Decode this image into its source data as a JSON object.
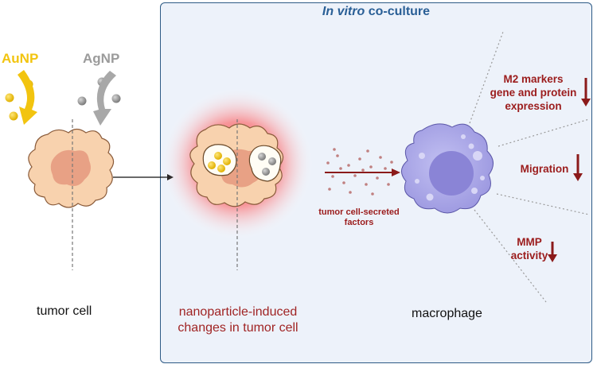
{
  "coculture": {
    "title_italic": "In vitro",
    "title_rest": " co-culture"
  },
  "nanoparticles": {
    "au_label": "AuNP",
    "ag_label": "AgNP",
    "au_color": "#f2c40f",
    "ag_color": "#999999"
  },
  "captions": {
    "tumor_cell": "tumor cell",
    "changes_line1": "nanoparticle-induced",
    "changes_line2": "changes in tumor cell",
    "macrophage": "macrophage",
    "factors_line1": "tumor cell-secreted",
    "factors_line2": "factors"
  },
  "effects": [
    {
      "lines": [
        "M2 markers",
        "gene and protein",
        "expression"
      ],
      "direction": "down"
    },
    {
      "lines": [
        "Migration"
      ],
      "direction": "down"
    },
    {
      "lines": [
        "MMP",
        "activity"
      ],
      "direction": "down"
    }
  ],
  "colors": {
    "box_border": "#2d5a85",
    "box_fill": "#edf2fa",
    "title": "#2a5f96",
    "effect_red": "#9b1c1c",
    "cell_fill": "#f8d2ae",
    "nucleus": "#e8a185",
    "macrophage": "#a9a6e8",
    "glow": "#ff3b3b"
  }
}
